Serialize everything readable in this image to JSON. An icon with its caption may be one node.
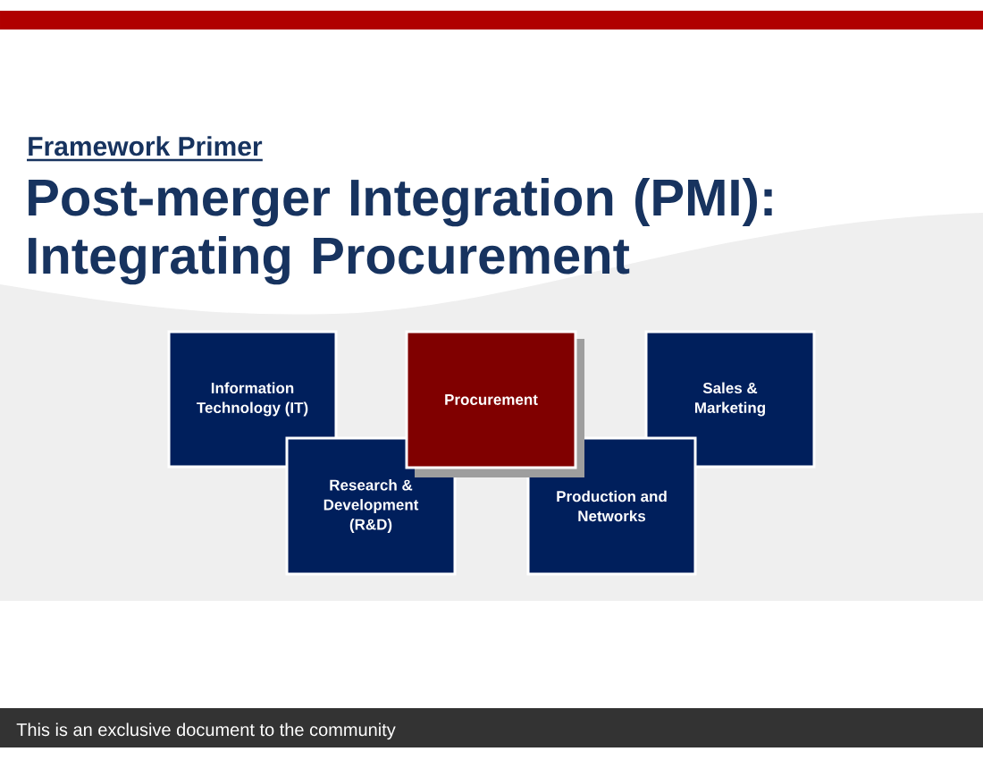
{
  "diagram": {
    "title": "Post-merger Integration (PMI): Integrating Procurement",
    "nodes": [
      {
        "text": [
          "Information Technology (IT)"
        ]
      },
      {
        "text": [
          "Procurement"
        ]
      },
      {
        "text": [
          "Sales & Marketing"
        ]
      },
      {
        "text": [
          "Research & Development (R&D)"
        ]
      },
      {
        "text": [
          "Production and Networks"
        ]
      }
    ],
    "labels": [
      "Framework Primer",
      "This is an exclusive document to the community"
    ]
  }
}
